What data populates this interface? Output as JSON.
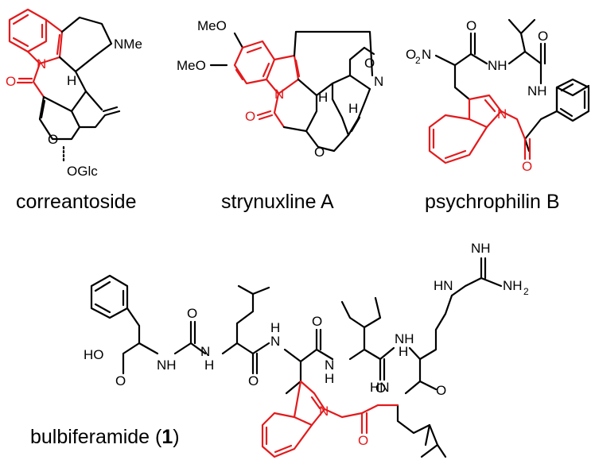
{
  "compounds": [
    {
      "name": "correantoside"
    },
    {
      "name": "strynuxline A"
    },
    {
      "name": "psychrophilin B"
    },
    {
      "name": "bulbiferamide (",
      "number": "1",
      "suffix": ")"
    }
  ],
  "atom_labels": {
    "c1": {
      "N": "N",
      "NMe": "NMe",
      "H": "H",
      "O1": "O",
      "O2": "O",
      "OGlc": "OGlc"
    },
    "c2": {
      "MeO1": "MeO",
      "MeO2": "MeO",
      "N1": "N",
      "N2": "N",
      "O1": "O",
      "O2": "O",
      "O3": "O",
      "H1": "H",
      "H2": "H"
    },
    "c3": {
      "O2N": "O",
      "O2N_sub": "2",
      "O2N_N": "N",
      "O1": "O",
      "O2": "O",
      "O3": "O",
      "NH1": "NH",
      "NH2": "NH",
      "N": "N"
    },
    "c4": {
      "HO": "HO",
      "O1": "O",
      "O2": "O",
      "O3": "O",
      "O4": "O",
      "O5": "O",
      "O6": "O",
      "O7": "O",
      "NH1": "NH",
      "H1": "H",
      "H2": "H",
      "N1": "N",
      "N2": "N",
      "N3": "N",
      "H3": "H",
      "H4": "H",
      "NH2": "NH",
      "HN1": "HN",
      "HN2": "HN",
      "NH3": "NH",
      "NH2r": "NH",
      "NH2r_sub": "2",
      "Nind": "N"
    }
  },
  "colors": {
    "highlight": "#e31a1c",
    "ink": "#000000"
  }
}
